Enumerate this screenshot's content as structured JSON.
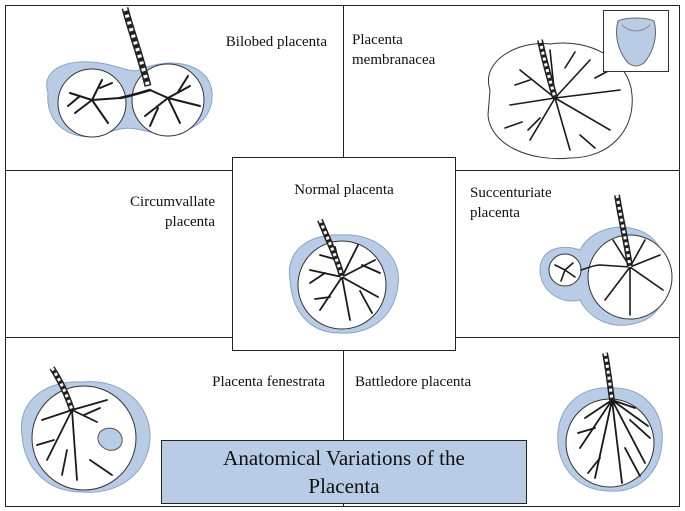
{
  "labels": {
    "bilobed": "Bilobed placenta",
    "membranacea_line1": "Placenta",
    "membranacea_line2": "membranacea",
    "circumvallate_line1": "Circumvallate",
    "circumvallate_line2": "placenta",
    "normal": "Normal placenta",
    "succenturiate_line1": "Succenturiate",
    "succenturiate_line2": "placenta",
    "fenestrata": "Placenta fenestrata",
    "battledore": "Battledore placenta"
  },
  "title": {
    "line1": "Anatomical Variations of  the",
    "line2": "Placenta"
  },
  "colors": {
    "membrane_blue": "#b8cce6",
    "border": "#222222",
    "vein": "#1a1a1a"
  },
  "icons": [
    "umbilical-cord-icon",
    "placenta-disc-icon",
    "uterus-inset-icon"
  ]
}
